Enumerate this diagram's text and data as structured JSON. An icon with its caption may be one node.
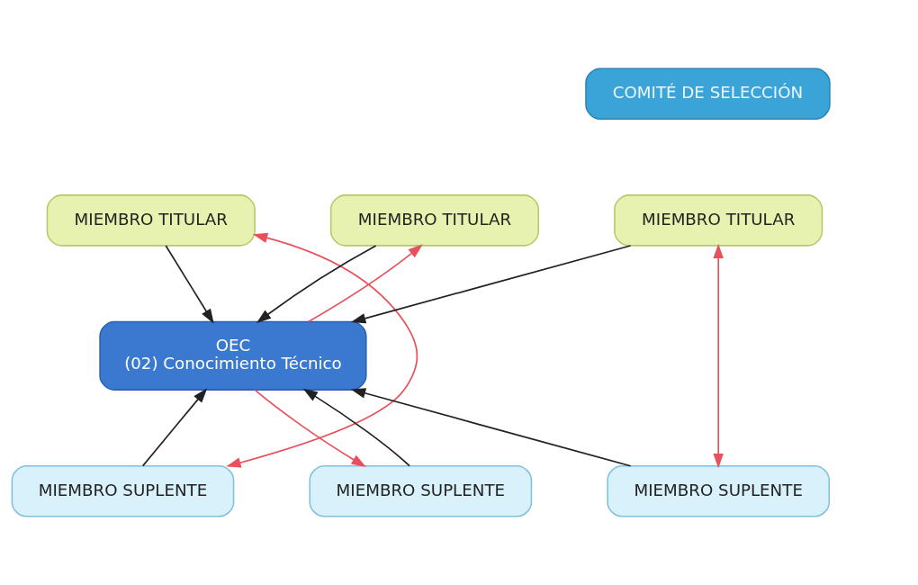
{
  "diagram": {
    "nodes": [
      {
        "text": [
          "COMITÉ DE SELECCIÓN"
        ]
      },
      {
        "text": [
          "MIEMBRO TITULAR"
        ]
      },
      {
        "text": [
          "MIEMBRO TITULAR"
        ]
      },
      {
        "text": [
          "MIEMBRO TITULAR"
        ]
      },
      {
        "text": [
          "OEC",
          "(02) Conocimiento Técnico"
        ]
      },
      {
        "text": [
          "MIEMBRO SUPLENTE"
        ]
      },
      {
        "text": [
          "MIEMBRO SUPLENTE"
        ]
      },
      {
        "text": [
          "MIEMBRO SUPLENTE"
        ]
      }
    ],
    "edges": [
      {
        "from": 1,
        "to": 4,
        "arrow": "to"
      },
      {
        "from": 2,
        "to": 4,
        "arrow": "to"
      },
      {
        "from": 3,
        "to": 4,
        "arrow": "to"
      },
      {
        "from": 5,
        "to": 4,
        "arrow": "to"
      },
      {
        "from": 6,
        "to": 4,
        "arrow": "to"
      },
      {
        "from": 7,
        "to": 4,
        "arrow": "to"
      },
      {
        "from": 1,
        "to": 5,
        "arrow": "both",
        "color": "#e8505b"
      },
      {
        "from": 4,
        "to": 2,
        "arrow": "to",
        "color": "#e8505b"
      },
      {
        "from": 4,
        "to": 6,
        "arrow": "to",
        "color": "#e8505b"
      },
      {
        "from": 3,
        "to": 7,
        "arrow": "both",
        "color": "#e8505b"
      }
    ]
  }
}
